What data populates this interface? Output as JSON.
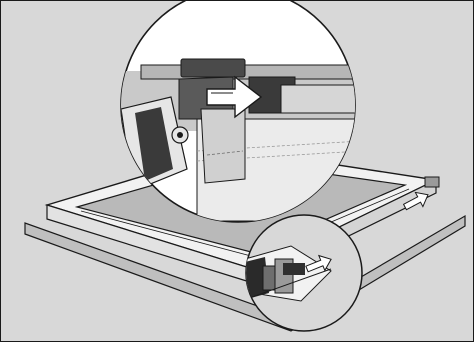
{
  "figure": {
    "kind": "technical-illustration",
    "subject": "oven-door-glass-panel-removal",
    "background": "#d8d8d8",
    "line_color": "#1a1a1a",
    "glass_color": "#b9b9b9",
    "frame_color": "#f2f2f2",
    "callouts": [
      "magnified-detail-top",
      "magnified-detail-bottom-right"
    ],
    "icons": [
      "slide-out-arrow-icon",
      "slide-out-arrow-icon",
      "slide-out-arrow-icon"
    ]
  }
}
